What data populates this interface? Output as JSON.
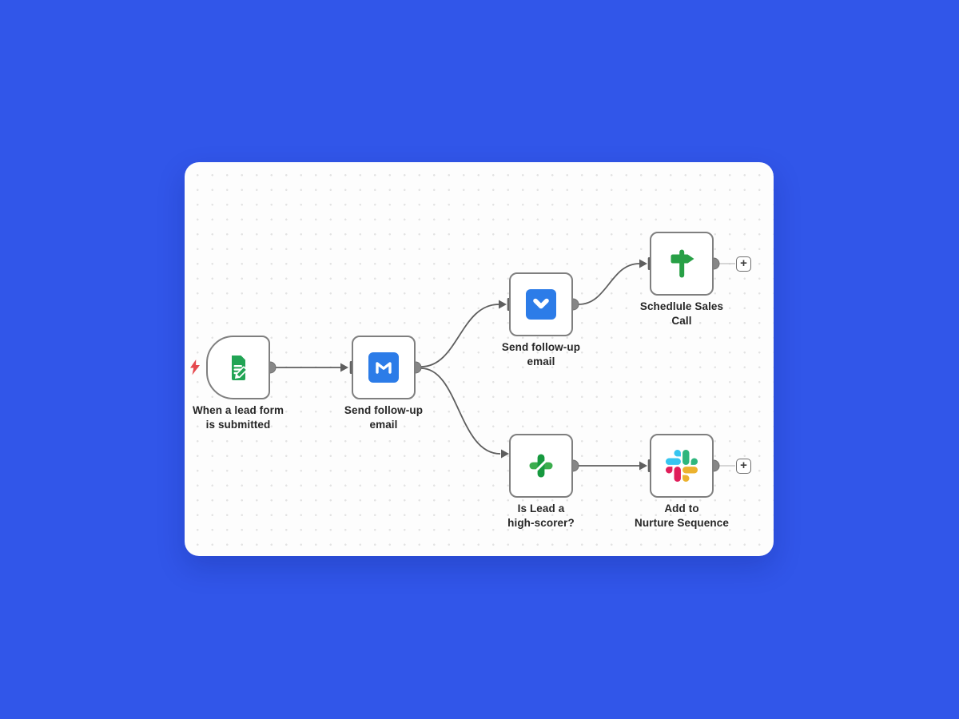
{
  "workflow": {
    "nodes": [
      {
        "id": "lead-form-trigger",
        "type": "trigger",
        "icon": "lead-form-icon",
        "label_line1": "When a lead form",
        "label_line2": "is submitted"
      },
      {
        "id": "send-followup-email-1",
        "type": "action",
        "icon": "gmail-icon",
        "label_line1": "Send follow-up",
        "label_line2": "email"
      },
      {
        "id": "send-followup-email-2",
        "type": "action",
        "icon": "mail-chevron-icon",
        "label_line1": "Send follow-up",
        "label_line2": "email"
      },
      {
        "id": "schedule-sales-call",
        "type": "action",
        "icon": "signpost-icon",
        "label_line1": "Schedlule Sales",
        "label_line2": "Call"
      },
      {
        "id": "is-lead-high-scorer",
        "type": "action",
        "icon": "split-plus-icon",
        "label_line1": "Is Lead a",
        "label_line2": "high-scorer?"
      },
      {
        "id": "add-to-nurture-sequence",
        "type": "action",
        "icon": "slack-icon",
        "label_line1": "Add to",
        "label_line2": "Nurture Sequence"
      }
    ],
    "plus_button": {
      "glyph": "+"
    },
    "edges": [
      {
        "from": "lead-form-trigger",
        "to": "send-followup-email-1"
      },
      {
        "from": "send-followup-email-1",
        "to": "send-followup-email-2"
      },
      {
        "from": "send-followup-email-1",
        "to": "is-lead-high-scorer"
      },
      {
        "from": "send-followup-email-2",
        "to": "schedule-sales-call"
      },
      {
        "from": "is-lead-high-scorer",
        "to": "add-to-nurture-sequence"
      },
      {
        "from": "schedule-sales-call",
        "to": "plus-stub"
      },
      {
        "from": "add-to-nurture-sequence",
        "to": "plus-stub"
      }
    ],
    "colors": {
      "page_background": "#3156E9",
      "canvas_background": "#FDFDFD",
      "canvas_dots": "#E3E3E3",
      "node_border": "#7F7F7F",
      "label_text": "#262626",
      "edge_line": "#5E5E5E",
      "edge_endpoint_gray": "#878787",
      "plus_stub_line": "#C9C9C9",
      "trigger_bolt_red": "#E5484D",
      "icon_blue": "#2C7CE8",
      "icon_green_form": "#22A455",
      "icon_green_signpost": "#28A046",
      "icon_green_plus_light": "#3BAD4E",
      "icon_green_plus_dark": "#17993F",
      "slack_blue": "#36C5F0",
      "slack_green": "#2EB67D",
      "slack_red": "#E01E5A",
      "slack_yellow": "#ECB22E"
    }
  }
}
